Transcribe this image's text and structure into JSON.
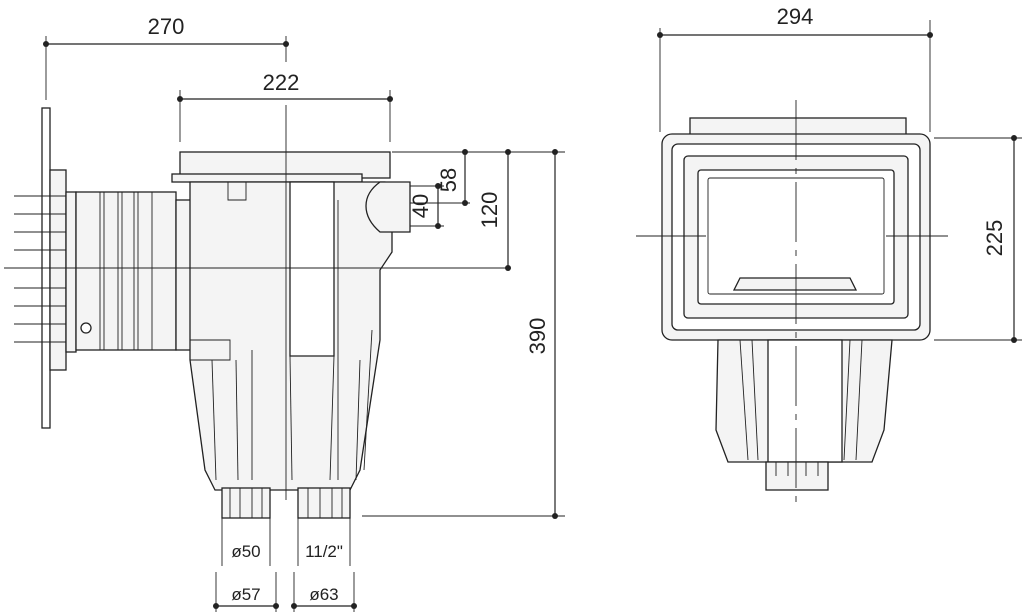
{
  "dimensions": {
    "side_overall_depth": "270",
    "side_body_width": "222",
    "side_top_to_inlet": "58",
    "side_inlet_size": "40",
    "side_top_to_axis": "120",
    "side_total_height": "390",
    "port_a_inner": "ø50",
    "port_a_outer": "ø57",
    "port_b_thread": "11/2\"",
    "port_b_outer": "ø63",
    "front_width": "294",
    "front_height": "225"
  },
  "colors": {
    "line": "#222222",
    "fill": "#f4f4f4",
    "background": "#ffffff"
  }
}
